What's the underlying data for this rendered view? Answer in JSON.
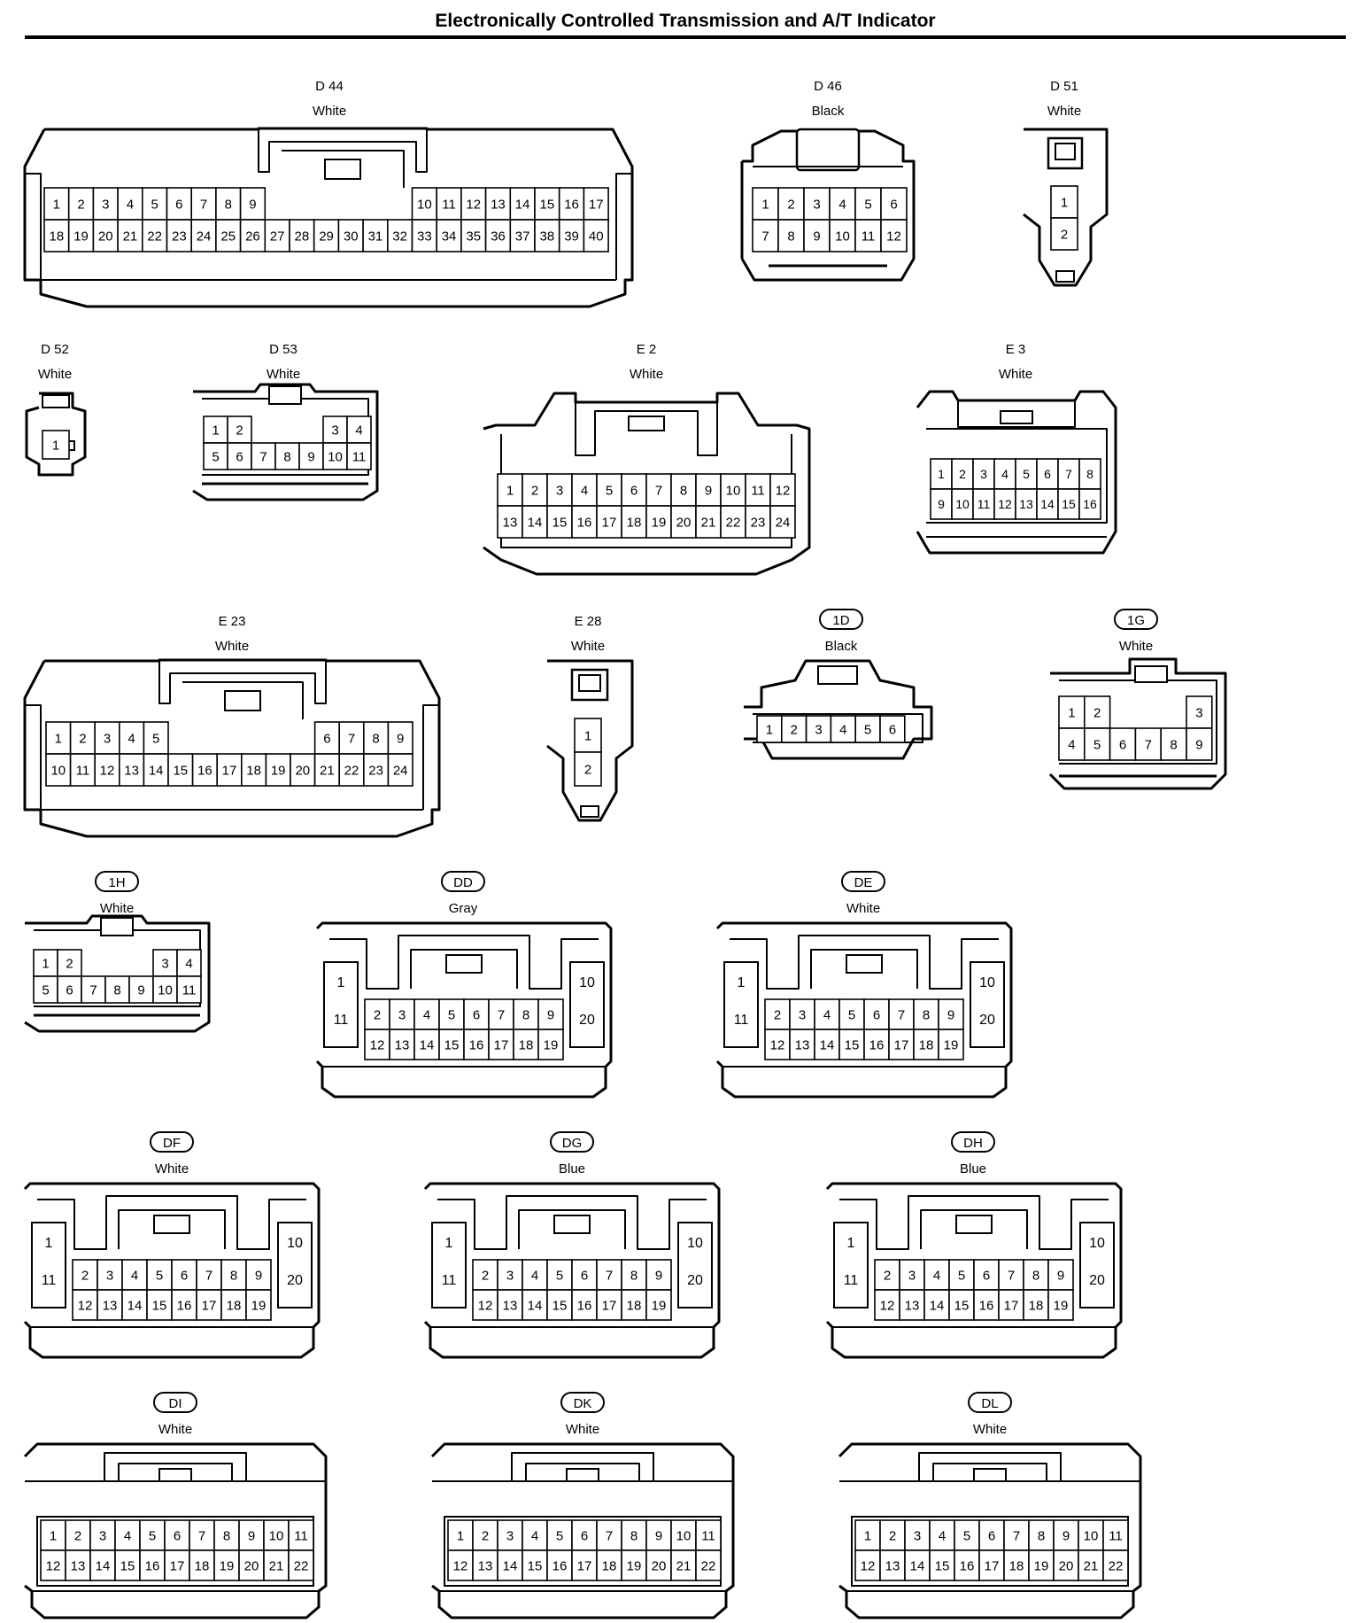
{
  "title": "Electronically Controlled Transmission and A/T Indicator",
  "connectors": [
    {
      "id": "D 44",
      "color": "White",
      "rows": [
        [
          1,
          2,
          3,
          4,
          5,
          6,
          7,
          8,
          9,
          null,
          null,
          null,
          null,
          null,
          null,
          10,
          11,
          12,
          13,
          14,
          15,
          16,
          17
        ],
        [
          18,
          19,
          20,
          21,
          22,
          23,
          24,
          25,
          26,
          27,
          28,
          29,
          30,
          31,
          32,
          33,
          34,
          35,
          36,
          37,
          38,
          39,
          40
        ]
      ]
    },
    {
      "id": "D 46",
      "color": "Black",
      "rows": [
        [
          1,
          2,
          3,
          4,
          5,
          6
        ],
        [
          7,
          8,
          9,
          10,
          11,
          12
        ]
      ]
    },
    {
      "id": "D 51",
      "color": "White",
      "rows": [
        [
          1
        ],
        [
          2
        ]
      ]
    },
    {
      "id": "D 52",
      "color": "White",
      "rows": [
        [
          1
        ]
      ]
    },
    {
      "id": "D 53",
      "color": "White",
      "rows": [
        [
          1,
          2,
          null,
          null,
          null,
          3,
          4
        ],
        [
          5,
          6,
          7,
          8,
          9,
          10,
          11
        ]
      ]
    },
    {
      "id": "E 2",
      "color": "White",
      "rows": [
        [
          1,
          2,
          3,
          4,
          5,
          6,
          7,
          8,
          9,
          10,
          11,
          12
        ],
        [
          13,
          14,
          15,
          16,
          17,
          18,
          19,
          20,
          21,
          22,
          23,
          24
        ]
      ]
    },
    {
      "id": "E 3",
      "color": "White",
      "rows": [
        [
          1,
          2,
          3,
          4,
          5,
          6,
          7,
          8
        ],
        [
          9,
          10,
          11,
          12,
          13,
          14,
          15,
          16
        ]
      ]
    },
    {
      "id": "E 23",
      "color": "White",
      "rows": [
        [
          1,
          2,
          3,
          4,
          5,
          null,
          null,
          null,
          null,
          null,
          null,
          6,
          7,
          8,
          9
        ],
        [
          10,
          11,
          12,
          13,
          14,
          15,
          16,
          17,
          18,
          19,
          20,
          21,
          22,
          23,
          24
        ]
      ]
    },
    {
      "id": "E 28",
      "color": "White",
      "rows": [
        [
          1
        ],
        [
          2
        ]
      ]
    },
    {
      "id": "1D",
      "color": "Black",
      "rows": [
        [
          1,
          2,
          3,
          4,
          5,
          6
        ]
      ]
    },
    {
      "id": "1G",
      "color": "White",
      "rows": [
        [
          1,
          2,
          null,
          null,
          null,
          3
        ],
        [
          4,
          5,
          6,
          7,
          8,
          9
        ]
      ]
    },
    {
      "id": "1H",
      "color": "White",
      "rows": [
        [
          1,
          2,
          null,
          null,
          null,
          3,
          4
        ],
        [
          5,
          6,
          7,
          8,
          9,
          10,
          11
        ]
      ]
    },
    {
      "id": "DD",
      "color": "Gray",
      "left": [
        1,
        11
      ],
      "right": [
        10,
        20
      ],
      "rows": [
        [
          2,
          3,
          4,
          5,
          6,
          7,
          8,
          9
        ],
        [
          12,
          13,
          14,
          15,
          16,
          17,
          18,
          19
        ]
      ]
    },
    {
      "id": "DE",
      "color": "White",
      "left": [
        1,
        11
      ],
      "right": [
        10,
        20
      ],
      "rows": [
        [
          2,
          3,
          4,
          5,
          6,
          7,
          8,
          9
        ],
        [
          12,
          13,
          14,
          15,
          16,
          17,
          18,
          19
        ]
      ]
    },
    {
      "id": "DF",
      "color": "White",
      "left": [
        1,
        11
      ],
      "right": [
        10,
        20
      ],
      "rows": [
        [
          2,
          3,
          4,
          5,
          6,
          7,
          8,
          9
        ],
        [
          12,
          13,
          14,
          15,
          16,
          17,
          18,
          19
        ]
      ]
    },
    {
      "id": "DG",
      "color": "Blue",
      "left": [
        1,
        11
      ],
      "right": [
        10,
        20
      ],
      "rows": [
        [
          2,
          3,
          4,
          5,
          6,
          7,
          8,
          9
        ],
        [
          12,
          13,
          14,
          15,
          16,
          17,
          18,
          19
        ]
      ]
    },
    {
      "id": "DH",
      "color": "Blue",
      "left": [
        1,
        11
      ],
      "right": [
        10,
        20
      ],
      "rows": [
        [
          2,
          3,
          4,
          5,
          6,
          7,
          8,
          9
        ],
        [
          12,
          13,
          14,
          15,
          16,
          17,
          18,
          19
        ]
      ]
    },
    {
      "id": "DI",
      "color": "White",
      "rows": [
        [
          1,
          2,
          3,
          4,
          5,
          6,
          7,
          8,
          9,
          10,
          11
        ],
        [
          12,
          13,
          14,
          15,
          16,
          17,
          18,
          19,
          20,
          21,
          22
        ]
      ]
    },
    {
      "id": "DK",
      "color": "White",
      "rows": [
        [
          1,
          2,
          3,
          4,
          5,
          6,
          7,
          8,
          9,
          10,
          11
        ],
        [
          12,
          13,
          14,
          15,
          16,
          17,
          18,
          19,
          20,
          21,
          22
        ]
      ]
    },
    {
      "id": "DL",
      "color": "White",
      "rows": [
        [
          1,
          2,
          3,
          4,
          5,
          6,
          7,
          8,
          9,
          10,
          11
        ],
        [
          12,
          13,
          14,
          15,
          16,
          17,
          18,
          19,
          20,
          21,
          22
        ]
      ]
    }
  ]
}
